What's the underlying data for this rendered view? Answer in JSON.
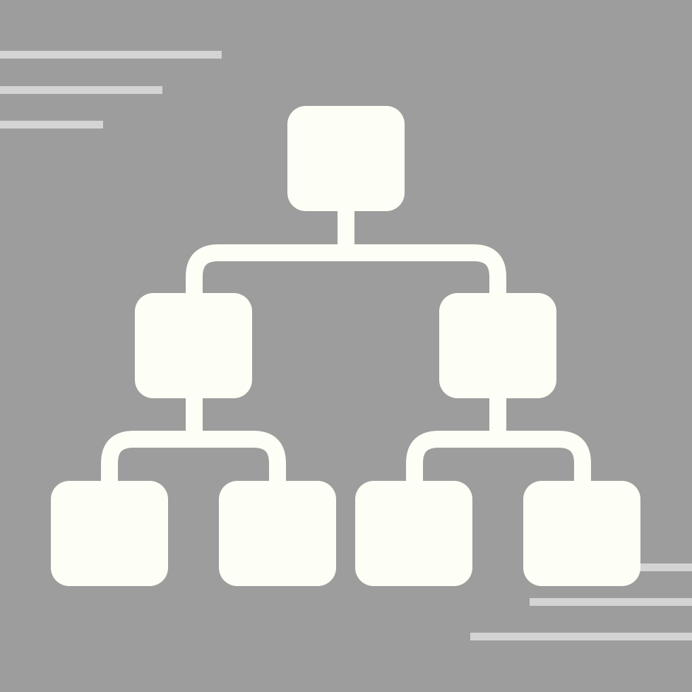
{
  "icon": {
    "name": "hierarchy-org-chart-icon",
    "background_color": "#9d9d9d",
    "shape_color": "#fdfef5",
    "accent_line_color": "#d4d4d4",
    "levels": 3,
    "nodes_per_level": [
      1,
      2,
      4
    ]
  }
}
